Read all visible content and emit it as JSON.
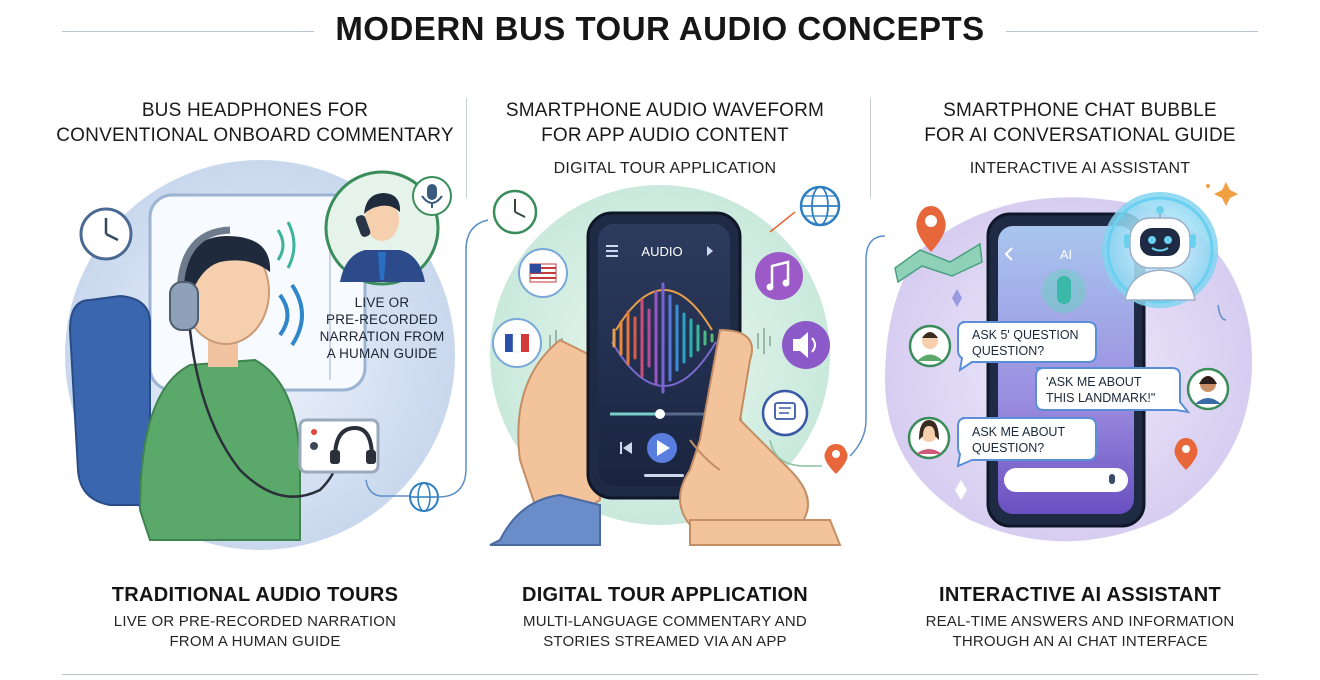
{
  "page": {
    "title": "MODERN BUS TOUR AUDIO CONCEPTS"
  },
  "columns": [
    {
      "heading_line1": "BUS HEADPHONES FOR",
      "heading_line2": "CONVENTIONAL ONBOARD COMMENTARY",
      "caption_line1": "LIVE OR",
      "caption_line2": "PRE-RECORDED",
      "caption_line3": "NARRATION FROM",
      "caption_line4": "A HUMAN GUIDE",
      "footer_title": "TRADITIONAL AUDIO TOURS",
      "footer_line1": "LIVE OR PRE-RECORDED NARRATION",
      "footer_line2": "FROM A HUMAN GUIDE"
    },
    {
      "heading_line1": "SMARTPHONE AUDIO WAVEFORM",
      "heading_line2": "FOR APP AUDIO CONTENT",
      "subheading": "DIGITAL TOUR APPLICATION",
      "phone_label": "AUDIO",
      "footer_title": "DIGITAL TOUR APPLICATION",
      "footer_line1": "MULTI-LANGUAGE COMMENTARY AND",
      "footer_line2": "STORIES STREAMED VIA AN APP"
    },
    {
      "heading_line1": "SMARTPHONE CHAT BUBBLE",
      "heading_line2": "FOR AI CONVERSATIONAL GUIDE",
      "subheading": "INTERACTIVE AI ASSISTANT",
      "phone_label": "AI",
      "chat1_line1": "ASK 5' QUESTION",
      "chat1_line2": "QUESTION?",
      "chat2_line1": "'ASK ME ABOUT",
      "chat2_line2": "THIS LANDMARK!\"",
      "chat3_line1": "ASK ME ABOUT",
      "chat3_line2": "QUESTION?",
      "footer_title": "INTERACTIVE AI ASSISTANT",
      "footer_line1": "REAL-TIME ANSWERS AND INFORMATION",
      "footer_line2": "THROUGH AN AI CHAT INTERFACE"
    }
  ],
  "colors": {
    "accent_blue": "#2f86c8",
    "green_shirt": "#5aa86a",
    "phone_dark": "#1f2b45",
    "pin_orange": "#e8673a",
    "ai_purple": "#8b6fd6",
    "teal": "#33b0a0"
  },
  "icons": [
    "clock-icon",
    "headphones-icon",
    "microphone-icon",
    "globe-icon",
    "flag-usa-icon",
    "flag-france-icon",
    "music-note-icon",
    "speaker-icon",
    "chat-icon",
    "map-pin-icon",
    "robot-icon",
    "play-icon",
    "sparkle-icon"
  ]
}
